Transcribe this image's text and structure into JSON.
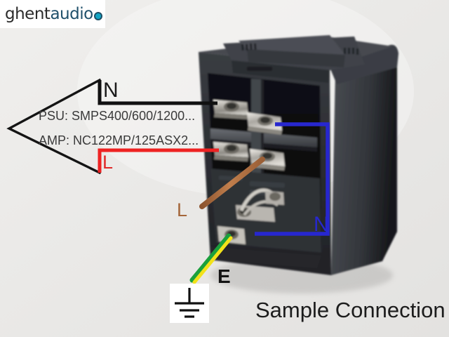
{
  "brand": {
    "name_part1": "ghent",
    "name_part2": "audio",
    "dot_icon": "teal-dot-icon",
    "dot_color": "#13a5c4"
  },
  "annotations": {
    "psu_label": "PSU:  SMPS400/600/1200...",
    "amp_label": "AMP: NC122MP/125ASX2...",
    "neutral_black": "N",
    "live_red": "L",
    "live_brown": "L",
    "neutral_blue": "N",
    "earth": "E",
    "caption": "Sample Connection"
  },
  "colors": {
    "background": "#ebeae8",
    "neutral_wire_black": "#111111",
    "live_wire_red": "#ee2222",
    "live_wire_brown": "#b5703f",
    "neutral_wire_blue": "#2727cf",
    "earth_wire_green": "#1aa03c",
    "earth_wire_yellow": "#f2e21a",
    "connector_body": "#2e3035"
  },
  "icons": {
    "ground_symbol": "earth-ground-icon",
    "arrow_bracket": "left-bracket-arrow-icon"
  }
}
